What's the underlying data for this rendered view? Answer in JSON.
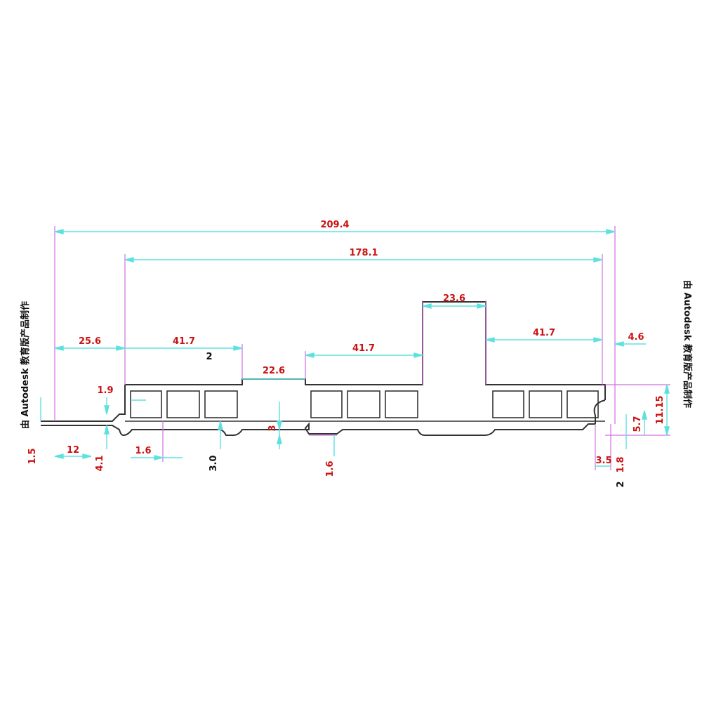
{
  "colors": {
    "dimension_line": "#5ee0e0",
    "extension_line": "#d070e0",
    "dimension_text": "#cc1111",
    "profile_line": "#333333"
  },
  "watermark": {
    "left": "由 Autodesk 教育版产品制作",
    "right": "由 Autodesk 教育版产品制作"
  },
  "dimensions": {
    "overall_width": "209.4",
    "inner_width": "178.1",
    "left_offset": "25.6",
    "left_span": "41.7",
    "center_span": "41.7",
    "right_span": "41.7",
    "left_channel": "22.6",
    "right_channel": "23.6",
    "right_offset": "4.6",
    "wall_top": "1.9",
    "wall_inner": "1.6",
    "height": "11.15",
    "lip_height": "5.7",
    "flange_left": "12",
    "flange_step": "4.1",
    "bottom_lip_left": "1.5",
    "bottom_wall": "1.6",
    "rib_depth": "3.0",
    "rib_top": "2",
    "channel_depth": "3",
    "right_lip": "3.5",
    "right_gap": "1.8",
    "right_small": "2"
  }
}
